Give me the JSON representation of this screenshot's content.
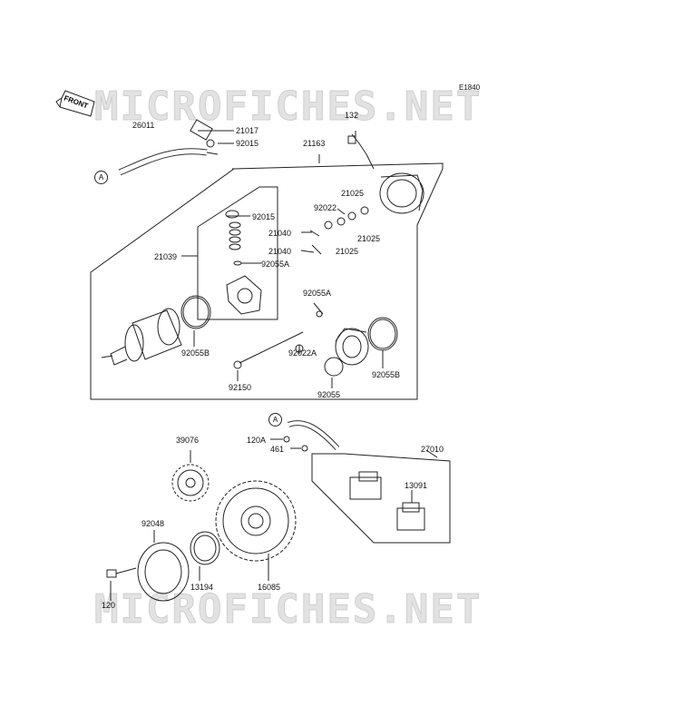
{
  "diagram": {
    "code": "E1840",
    "watermark_top": "MICROFICHES.NET",
    "watermark_bottom": "MICROFICHES.NET",
    "front_label": "FRONT",
    "ref_a_top": "A",
    "ref_a_mid": "A",
    "parts": {
      "p26011": "26011",
      "p21017": "21017",
      "p92015a": "92015",
      "p21163": "21163",
      "p132": "132",
      "p21025a": "21025",
      "p92022": "92022",
      "p21025b": "21025",
      "p21025c": "21025",
      "p92015b": "92015",
      "p21040a": "21040",
      "p21040b": "21040",
      "p92055a1": "92055A",
      "p21039": "21039",
      "p92055a2": "92055A",
      "p92055b1": "92055B",
      "p92022a": "92022A",
      "p92055b2": "92055B",
      "p92150": "92150",
      "p92055": "92055",
      "p39076": "39076",
      "p120a": "120A",
      "p461": "461",
      "p27010": "27010",
      "p13091": "13091",
      "p92048": "92048",
      "p13194": "13194",
      "p16085": "16085",
      "p120": "120"
    }
  }
}
